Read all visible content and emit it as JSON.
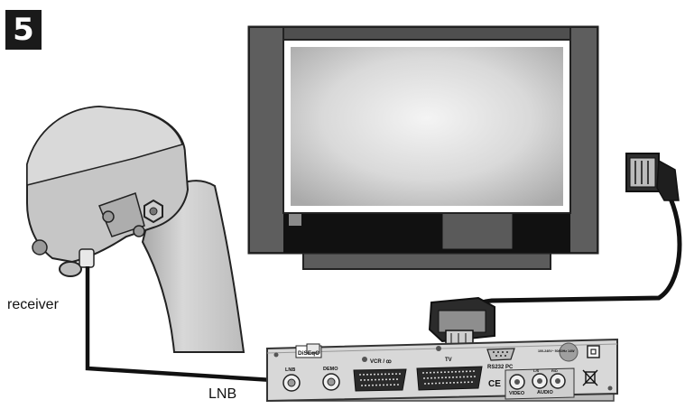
{
  "step": {
    "number": "5"
  },
  "labels": {
    "receiver": "receiver",
    "lnb": "LNB"
  },
  "receiver_panel": {
    "diseqc_logo": "DiSEqC",
    "ports": {
      "lnb": "LNB",
      "demo": "DEMO",
      "vcr": "VCR / ꝏ",
      "tv": "TV",
      "rs232": "RS232 PC",
      "video": "VIDEO",
      "audio": "AUDIO",
      "audio_l": "L/S",
      "audio_r": "R/D",
      "power": "100-240V~ 50/60Hz 14W",
      "ce": "CE"
    }
  },
  "colors": {
    "tv_frame": "#7a7a7a",
    "tv_dark": "#111111",
    "lnb_body": "#c4c4c4",
    "panel": "#d6d6d6",
    "cable": "#111111"
  },
  "icons": [
    "scart-plug-icon",
    "coax-connector-icon",
    "weee-bin-icon",
    "double-insulation-icon"
  ]
}
